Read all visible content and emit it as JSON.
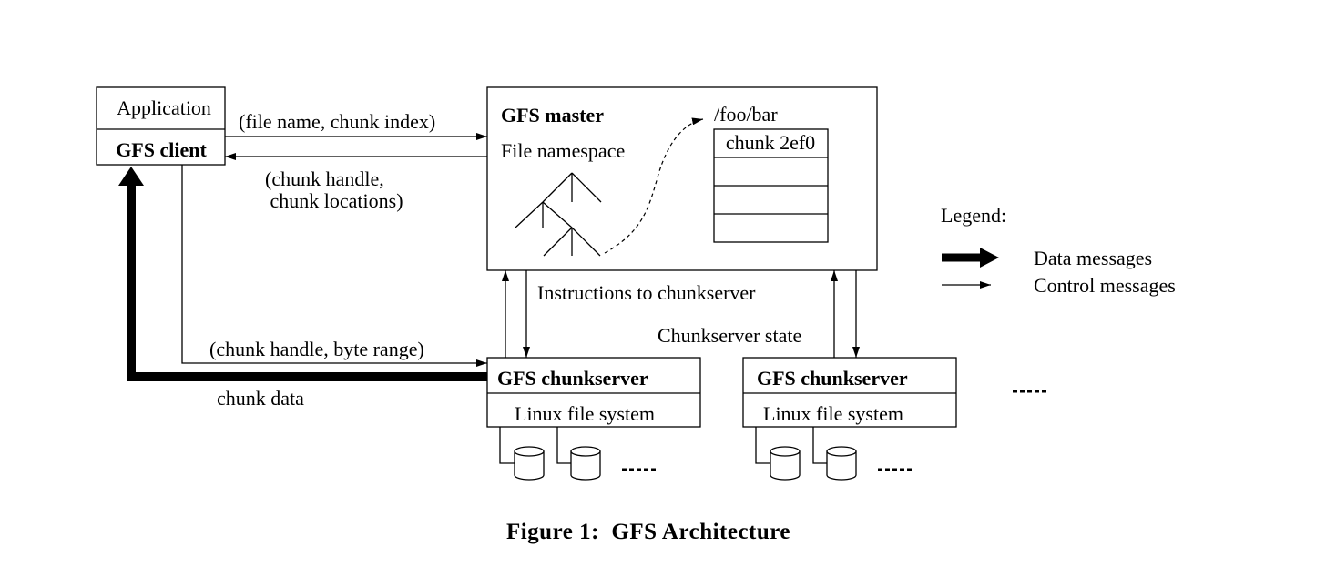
{
  "client": {
    "application_label": "Application",
    "gfs_client_label": "GFS client"
  },
  "master": {
    "title": "GFS master",
    "namespace_label": "File namespace",
    "path_label": "/foo/bar",
    "chunk_label": "chunk 2ef0"
  },
  "messages": {
    "file_request": "(file name, chunk index)",
    "reply_line1": "(chunk handle,",
    "reply_line2": " chunk locations)",
    "instructions": "Instructions to chunkserver",
    "chunkserver_state": "Chunkserver state",
    "byte_range_request": "(chunk handle, byte range)",
    "chunk_data": "chunk data"
  },
  "chunkservers": [
    {
      "title": "GFS chunkserver",
      "fs_label": "Linux file system"
    },
    {
      "title": "GFS chunkserver",
      "fs_label": "Linux file system"
    }
  ],
  "legend": {
    "title": "Legend:",
    "data_messages": "Data messages",
    "control_messages": "Control messages"
  },
  "caption": "Figure 1:  GFS Architecture"
}
